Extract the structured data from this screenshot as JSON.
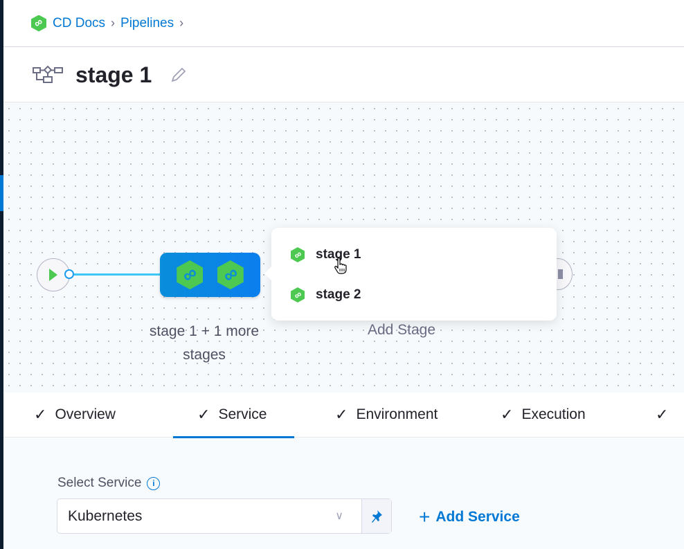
{
  "breadcrumb": {
    "items": [
      "CD Docs",
      "Pipelines"
    ]
  },
  "header": {
    "title": "stage 1"
  },
  "canvas": {
    "stage_group_label": "stage 1 + 1 more stages",
    "add_stage_label": "Add Stage",
    "popover_items": [
      {
        "label": "stage 1"
      },
      {
        "label": "stage 2"
      }
    ]
  },
  "tabs": [
    {
      "label": "Overview"
    },
    {
      "label": "Service",
      "active": true
    },
    {
      "label": "Environment"
    },
    {
      "label": "Execution"
    }
  ],
  "service": {
    "label": "Select Service",
    "selected": "Kubernetes",
    "add_label": "Add Service"
  },
  "colors": {
    "accent": "#0278d5",
    "cd_green": "#4dc952",
    "node_blue": "#0a8ddb"
  }
}
